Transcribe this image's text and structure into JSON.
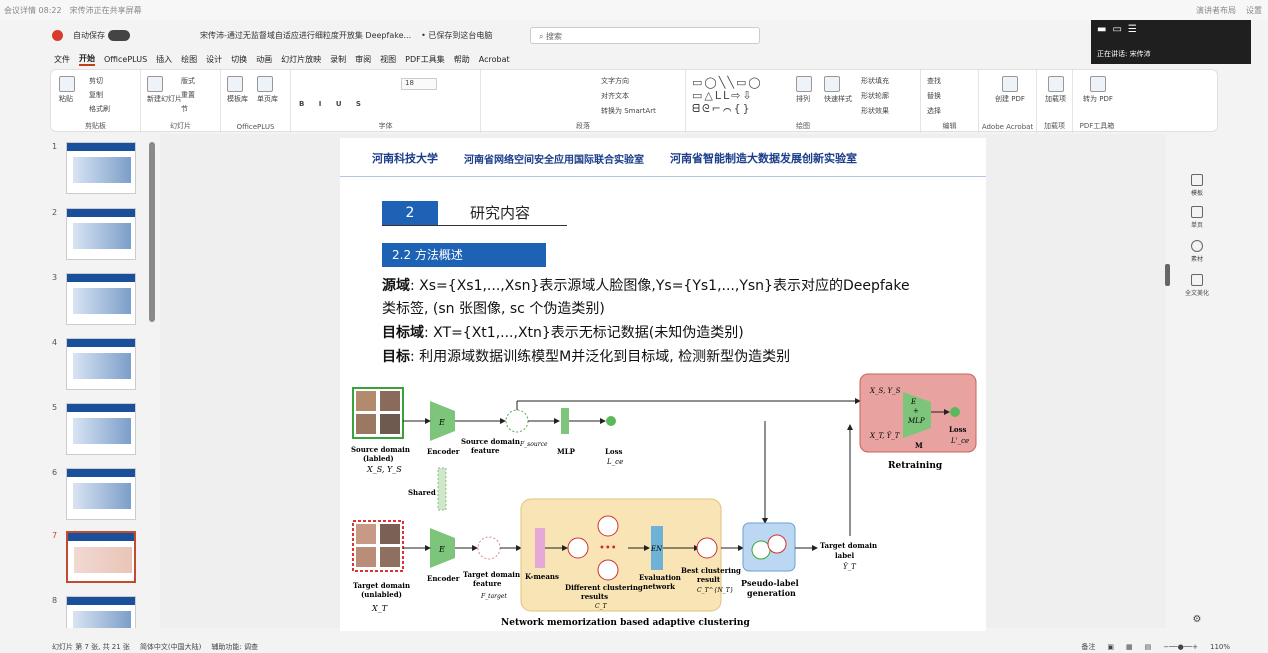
{
  "meeting": {
    "status": "会议详情 08:22",
    "sharing": "宋传沛正在共享屏幕",
    "layout": "演讲者布局",
    "settings": "设置"
  },
  "title": {
    "autosave": "自动保存",
    "autosave_state": "关",
    "doc_title": "宋传沛-通过无监督域自适应进行细粒度开放集 Deepfake...",
    "saved": "• 已保存到这台电脑",
    "search_placeholder": "搜索"
  },
  "presenter": {
    "label": "正在讲话: 宋传沛"
  },
  "menu": [
    "文件",
    "开始",
    "OfficePLUS",
    "插入",
    "绘图",
    "设计",
    "切换",
    "动画",
    "幻灯片放映",
    "录制",
    "审阅",
    "视图",
    "PDF工具集",
    "帮助",
    "Acrobat"
  ],
  "ribbon": {
    "groups": [
      "剪贴板",
      "幻灯片",
      "OfficePLUS",
      "字体",
      "段落",
      "绘图",
      "编辑",
      "Adobe Acrobat",
      "加载项",
      "PDF工具箱"
    ],
    "clipboard": {
      "paste": "粘贴",
      "cut": "剪切",
      "copy": "复制",
      "format": "格式刷"
    },
    "slides": {
      "new": "新建幻灯片",
      "layout": "版式",
      "reset": "重置",
      "section": "节"
    },
    "officeplus": {
      "template": "模板库",
      "single": "单页库"
    },
    "font": {
      "size": "18"
    },
    "paragraph": {
      "direction": "文字方向",
      "align": "对齐文本",
      "smartart": "转换为 SmartArt"
    },
    "drawing": {
      "arrange": "排列",
      "quick": "快速样式",
      "fill": "形状填充",
      "outline": "形状轮廓",
      "effect": "形状效果"
    },
    "editing": {
      "find": "查找",
      "replace": "替换",
      "select": "选择"
    },
    "acrobat": {
      "create": "创建 PDF"
    },
    "addins": {
      "addin": "加载项"
    },
    "pdftool": {
      "convert": "转为 PDF"
    }
  },
  "thumbnails": [
    {
      "num": "1",
      "selected": false
    },
    {
      "num": "2",
      "selected": false
    },
    {
      "num": "3",
      "selected": false
    },
    {
      "num": "4",
      "selected": false
    },
    {
      "num": "5",
      "selected": false
    },
    {
      "num": "6",
      "selected": false
    },
    {
      "num": "7",
      "selected": true
    },
    {
      "num": "8",
      "selected": false
    }
  ],
  "slide": {
    "logos": [
      "河南科技大学",
      "河南省网络空间安全应用国际联合实验室",
      "河南省智能制造大数据发展创新实验室"
    ],
    "section_num": "2",
    "section_title": "研究内容",
    "subsection": "2.2 方法概述",
    "lines": [
      {
        "bold": "源域",
        "text": ": Xs={Xs1,...,Xsn}表示源域人脸图像,Ys={Ys1,...,Ysn}表示对应的Deepfake"
      },
      {
        "bold": "",
        "text": "类标签, (sn 张图像, sc 个伪造类别)"
      },
      {
        "bold": "目标域",
        "text": ": XT={Xt1,...,Xtn}表示无标记数据(未知伪造类别)"
      },
      {
        "bold": "目标",
        "text": ": 利用源域数据训练模型M并泛化到目标域, 检测新型伪造类别"
      }
    ]
  },
  "figure": {
    "source_domain": "Source domain",
    "source_labled": "(labled)",
    "source_vars": "X_S, Y_S",
    "encoder": "Encoder",
    "e": "E",
    "source_feature": "Source domain",
    "source_feature2": "feature",
    "f_source": "F_source",
    "mlp": "MLP",
    "loss": "Loss",
    "loss_ce": "L_ce",
    "shared": "Shared",
    "target_domain": "Target domain",
    "target_unlabled": "(unlabled)",
    "target_var": "X_T",
    "target_feature": "Target domain",
    "target_feature2": "feature",
    "f_target": "F_target",
    "kmeans": "K-means",
    "different": "Different clustering",
    "results": "results",
    "c_t": "C_T",
    "en": "EN",
    "evaluation": "Evaluation",
    "network": "network",
    "best": "Best clustering",
    "result": "result",
    "c_t_best": "C_T^{N_T}",
    "pseudo": "Pseudo-label",
    "generation": "generation",
    "target_label": "Target domain",
    "label": "label",
    "y_t_hat": "Ŷ_T",
    "retrain_in1": "X_S, Y_S",
    "retrain_in2": "X_T, Ŷ_T",
    "retrain_e": "E",
    "retrain_plus": "+",
    "retrain_mlp": "MLP",
    "retrain_m": "M",
    "retrain_loss": "Loss",
    "retrain_loss_ce": "L'_ce",
    "retraining": "Retraining",
    "memorization": "Network memorization based adaptive clustering"
  },
  "rpanel": [
    "模板",
    "单页",
    "素材",
    "全文美化"
  ],
  "status": {
    "slide": "幻灯片 第 7 张, 共 21 张",
    "lang": "简体中文(中国大陆)",
    "access": "辅助功能: 调查",
    "notes": "备注",
    "zoom": "110%"
  }
}
